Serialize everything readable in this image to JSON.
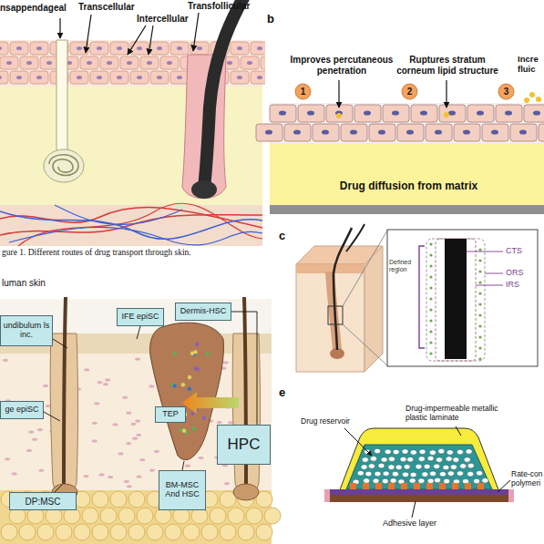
{
  "diagram": {
    "caption": "gure 1. Different routes of drug transport through skin.",
    "nodes": [
      {
        "text": [
          "1"
        ]
      },
      {
        "text": [
          "2"
        ]
      },
      {
        "text": [
          "3"
        ]
      },
      {
        "text": [
          "IFE epiSC"
        ]
      },
      {
        "text": [
          "Dermis-HSC"
        ]
      },
      {
        "text": [
          "undibulum ls inc."
        ]
      },
      {
        "text": [
          "ge epiSC"
        ]
      },
      {
        "text": [
          "TEP"
        ]
      },
      {
        "text": [
          "HPC"
        ]
      },
      {
        "text": [
          "BM-MSC And HSC"
        ]
      },
      {
        "text": [
          "DP:MSC"
        ]
      }
    ],
    "labels": [
      "nsappendageal",
      "Transcellular",
      "Intercellular",
      "Transfollicular",
      "b",
      "Improves percutaneous penetration",
      "Ruptures stratum corneum lipid structure",
      "Incre fluic",
      "Drug diffusion from matrix",
      "c",
      "CTS",
      "ORS",
      "IRS",
      "Defined region",
      "luman skin",
      "e",
      "Drug reservoir",
      "Drug-impermeable metallic plastic laminate",
      "Rate-con polymeri",
      "Adhesive layer"
    ]
  }
}
